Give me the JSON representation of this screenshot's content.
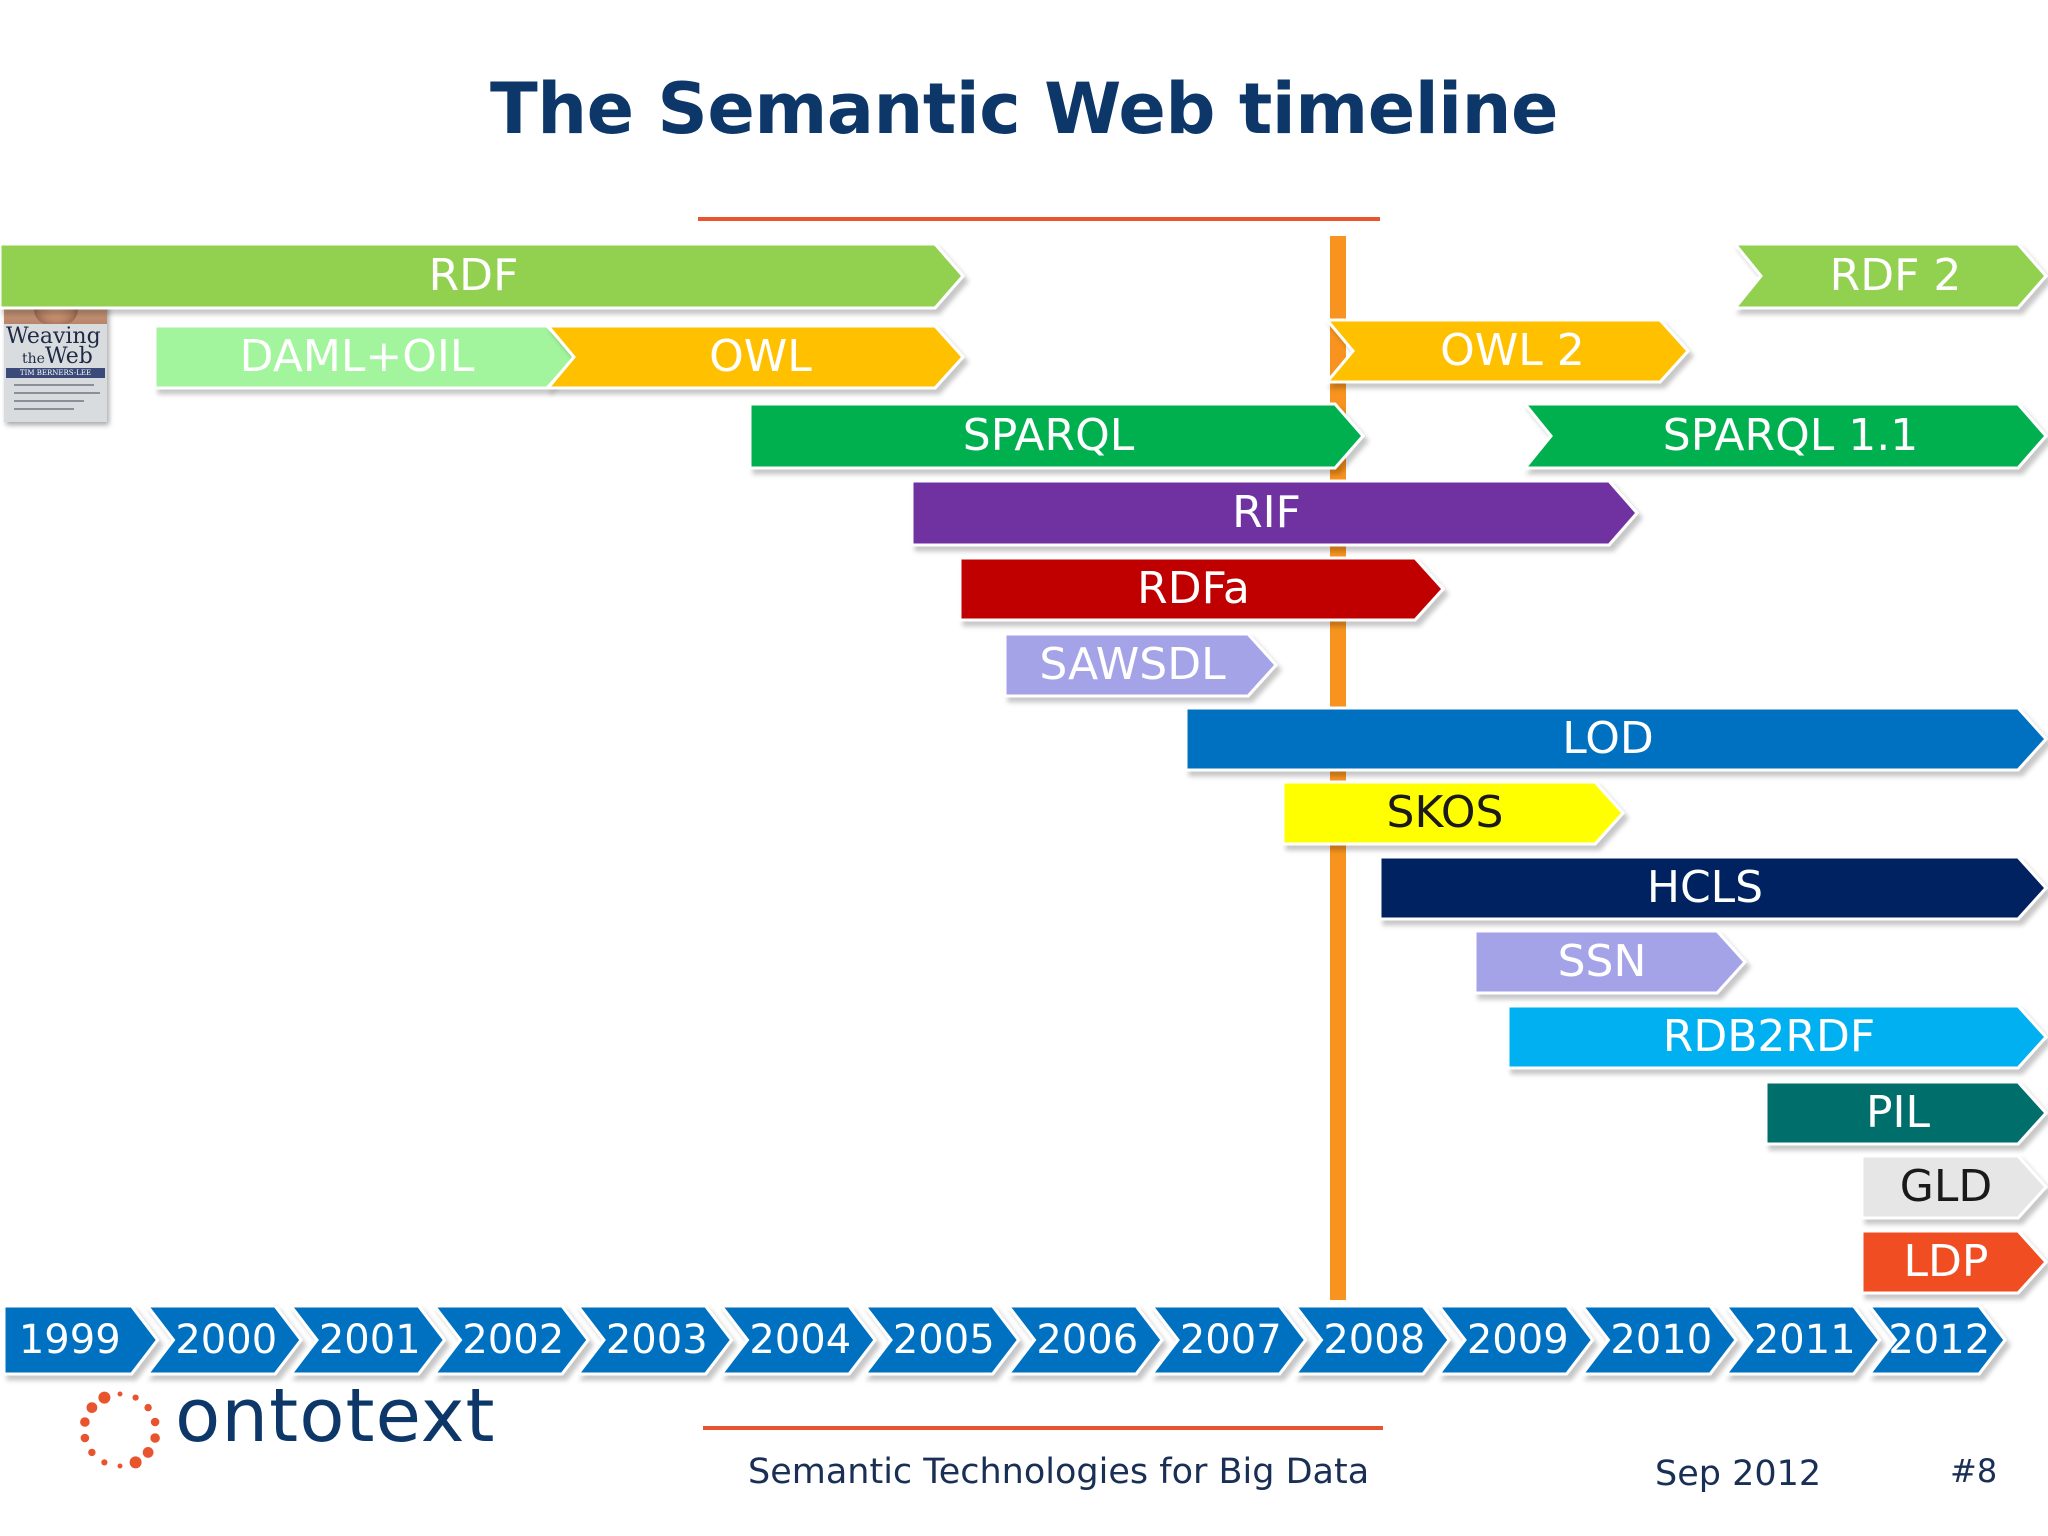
{
  "title": "The Semantic Web timeline",
  "colors": {
    "title": "#0d3768",
    "rule": "#e8542d",
    "marker": "#f7931e",
    "year_bar": "#0071c1"
  },
  "marker_year": 2008,
  "timeline": {
    "years": [
      "1999",
      "2000",
      "2001",
      "2002",
      "2003",
      "2004",
      "2005",
      "2006",
      "2007",
      "2008",
      "2009",
      "2010",
      "2011",
      "2012"
    ]
  },
  "bars": [
    {
      "label": "RDF",
      "color": "#92d050",
      "text": "#ffffff"
    },
    {
      "label": "RDF 2",
      "color": "#92d050",
      "text": "#ffffff"
    },
    {
      "label": "DAML+OIL",
      "color": "#a2f59c",
      "text": "#ffffff"
    },
    {
      "label": "OWL",
      "color": "#ffc000",
      "text": "#ffffff"
    },
    {
      "label": "OWL 2",
      "color": "#ffc000",
      "text": "#ffffff"
    },
    {
      "label": "SPARQL",
      "color": "#00b050",
      "text": "#ffffff"
    },
    {
      "label": "SPARQL 1.1",
      "color": "#00b050",
      "text": "#ffffff"
    },
    {
      "label": "RIF",
      "color": "#7030a0",
      "text": "#ffffff"
    },
    {
      "label": "RDFa",
      "color": "#c00000",
      "text": "#ffffff"
    },
    {
      "label": "SAWSDL",
      "color": "#a5a3e8",
      "text": "#ffffff"
    },
    {
      "label": "LOD",
      "color": "#0070c0",
      "text": "#ffffff"
    },
    {
      "label": "SKOS",
      "color": "#ffff00",
      "text": "#1a1a1a"
    },
    {
      "label": "HCLS",
      "color": "#002060",
      "text": "#ffffff"
    },
    {
      "label": "SSN",
      "color": "#a5a3e8",
      "text": "#ffffff"
    },
    {
      "label": "RDB2RDF",
      "color": "#00b0f0",
      "text": "#ffffff"
    },
    {
      "label": "PIL",
      "color": "#006e6a",
      "text": "#ffffff"
    },
    {
      "label": "GLD",
      "color": "#e6e6e6",
      "text": "#1a1a1a"
    },
    {
      "label": "LDP",
      "color": "#f04e23",
      "text": "#ffffff"
    }
  ],
  "book": {
    "title_line1": "Weaving",
    "title_the": "the",
    "title_line2": "Web",
    "author": "TIM BERNERS-LEE"
  },
  "logo": {
    "text": "ontotext",
    "dot_color": "#e8542d"
  },
  "footer": {
    "text": "Semantic Technologies for Big Data",
    "date": "Sep 2012",
    "page": "#8"
  }
}
